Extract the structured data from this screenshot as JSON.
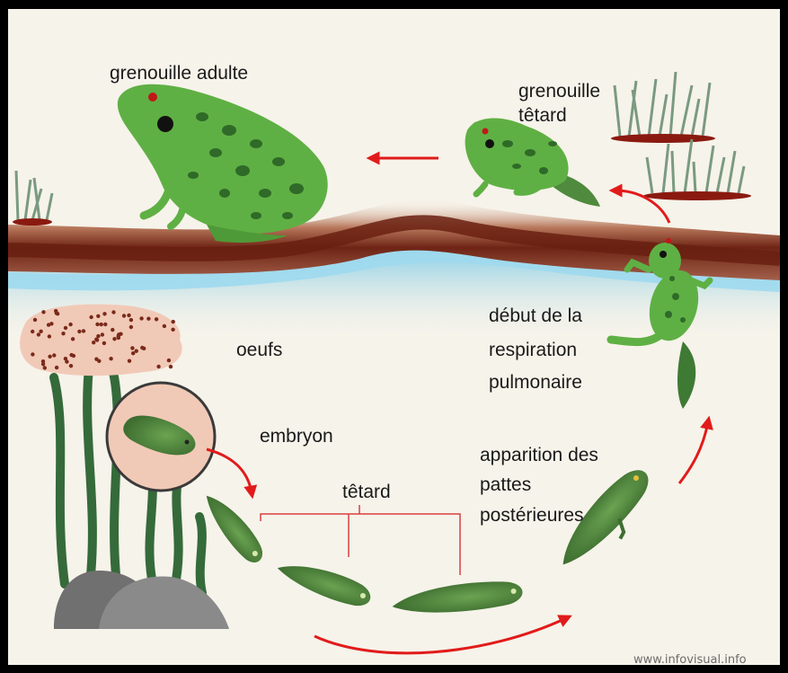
{
  "labels": {
    "adult_frog": "grenouille adulte",
    "froglet_line1": "grenouille",
    "froglet_line2": "têtard",
    "lung_line1": "début de la",
    "lung_line2": "respiration",
    "lung_line3": "pulmonaire",
    "eggs": "oeufs",
    "embryo": "embryon",
    "tadpole": "têtard",
    "legs_line1": "apparition des",
    "legs_line2": "pattes",
    "legs_line3": "postérieures"
  },
  "watermark": "www.infovisual.info",
  "colors": {
    "arrow": "#e11b1b",
    "frog_green": "#5fb044",
    "tadpole_green": "#4f8a3e",
    "soil": "#7a2a18",
    "water": "#a8dcee",
    "background": "#f6f3ea",
    "egg_pink": "#f1c9b7"
  },
  "icons": [
    "adult-frog-icon",
    "froglet-icon",
    "tadpole-with-legs-icon",
    "embryo-icon",
    "eggs-cluster-icon",
    "aquatic-plant-icon",
    "rock-icon",
    "grass-tuft-icon"
  ]
}
